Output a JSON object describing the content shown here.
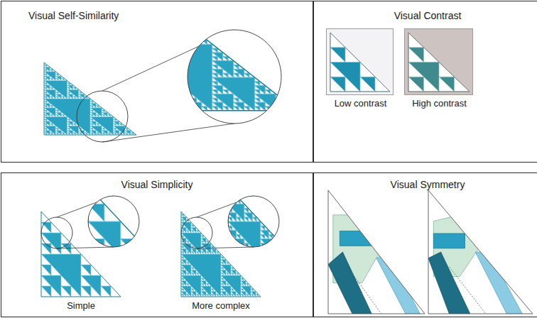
{
  "diagram": {
    "nodes": [
      {
        "text": [
          "Visual Self-Similarity"
        ]
      },
      {
        "text": [
          "Visual Contrast"
        ]
      },
      {
        "text": [
          "Low contrast"
        ],
        "in": 1
      },
      {
        "text": [
          "High contrast"
        ],
        "in": 1
      },
      {
        "text": [
          "Visual Simplicity"
        ]
      },
      {
        "text": [
          "Visual Symmetry"
        ]
      }
    ],
    "labels": [
      "Simple",
      "More complex"
    ]
  }
}
